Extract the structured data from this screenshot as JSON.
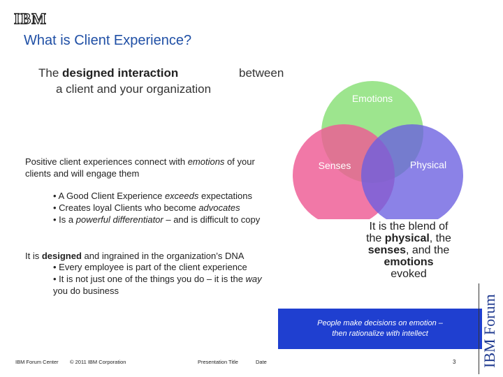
{
  "logo": "IBM",
  "title": "What is Client Experience?",
  "subtitle": {
    "part1": "The ",
    "bold": "designed interaction",
    "between": "between",
    "line2": "a client and your organization"
  },
  "para1": {
    "a": "Positive client experiences connect with ",
    "em": "emotions",
    "b": " of your clients and will engage them"
  },
  "bullets1": [
    {
      "a": "• A Good Client Experience ",
      "em": "exceeds",
      "b": " expectations"
    },
    {
      "a": "• Creates loyal Clients who become ",
      "em": "advocates",
      "b": ""
    },
    {
      "a": "• Is a ",
      "em": "powerful differentiator",
      "b": " – and is difficult to copy"
    }
  ],
  "para2": {
    "a": "It is ",
    "strong": "designed",
    "b": " and ingrained in the organization’s DNA"
  },
  "bullets2": [
    {
      "a": "• Every employee is part of the client experience",
      "em": "",
      "b": ""
    },
    {
      "a": "• It is not just one of the things you do – it is the ",
      "em": "way",
      "b": " you do business"
    }
  ],
  "venn": {
    "emotions": "Emotions",
    "senses": "Senses",
    "physical": "Physical",
    "colors": {
      "emotions": "#8ce07a",
      "senses": "#ee5a94",
      "physical": "#6a5fe0"
    }
  },
  "blend": {
    "l1": "It is the blend of",
    "l2a": "the ",
    "physical": "physical",
    "l2b": ", the",
    "senses": "senses",
    "l3b": ", and the",
    "emotions": "emotions",
    "l5": "evoked"
  },
  "callout": {
    "line1": "People make decisions on emotion –",
    "line2": "then rationalize with intellect"
  },
  "brand": "IBM Forum",
  "footer": {
    "center": "IBM Forum Center",
    "copyright": "© 2011 IBM Corporation",
    "presentation": "Presentation Title",
    "date": "Date",
    "page": "3"
  }
}
